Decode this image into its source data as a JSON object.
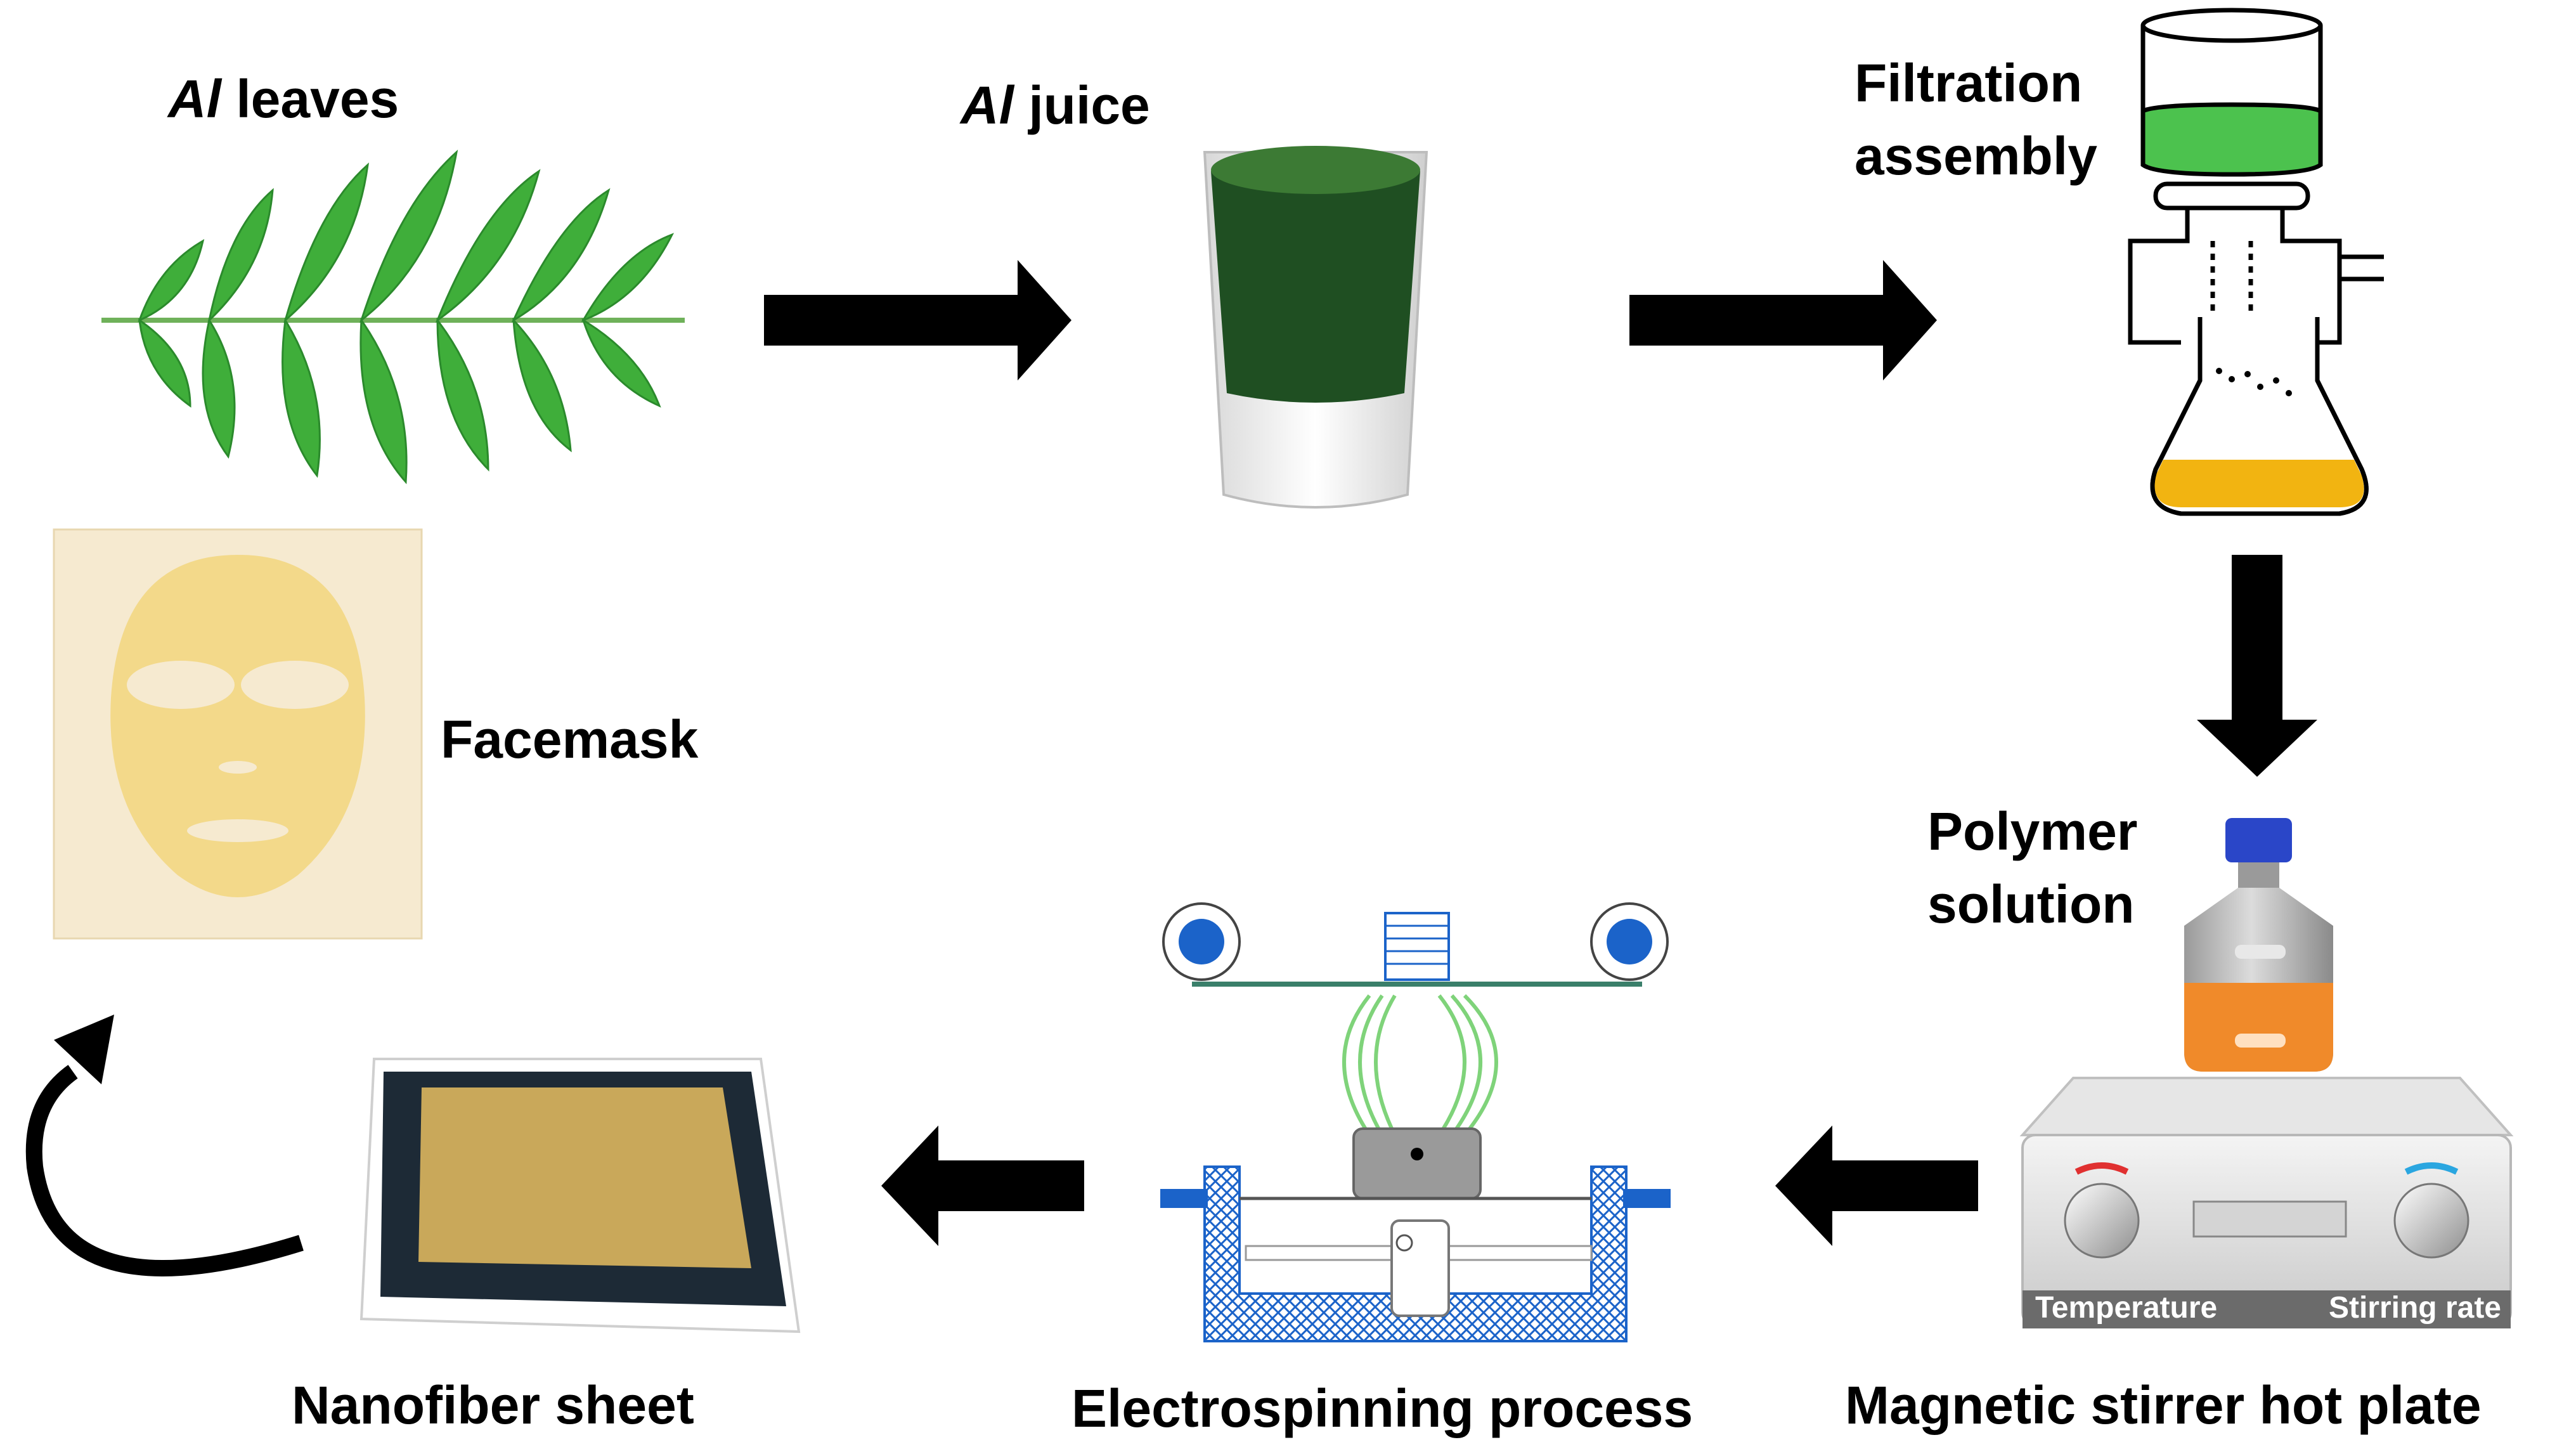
{
  "labels": {
    "leaves_prefix": "Al",
    "leaves_suffix": " leaves",
    "juice_prefix": "Al",
    "juice_suffix": " juice",
    "filtration_line1": "Filtration",
    "filtration_line2": "assembly",
    "polymer_line1": "Polymer",
    "polymer_line2": "solution",
    "facemask": "Facemask",
    "nanofiber": "Nanofiber sheet",
    "electrospinning": "Electrospinning process",
    "stirrer": "Magnetic stirrer hot plate",
    "temperature": "Temperature",
    "stirring_rate": "Stirring rate"
  },
  "colors": {
    "leaf": "#3fae3a",
    "leaf_dark": "#2b8a2c",
    "juice": "#1f4f22",
    "filtrate": "#f2b411",
    "filter_liquid": "#4cc24e",
    "polymer": "#f08a2a",
    "cap": "#2a46c8",
    "electrospin_blue": "#1b63c9",
    "mask": "#f3d98a",
    "sheet_border": "#1d2a36",
    "sheet_fill": "#c9a85a",
    "temp_accent": "#e03030",
    "stir_accent": "#2aa6e0"
  }
}
